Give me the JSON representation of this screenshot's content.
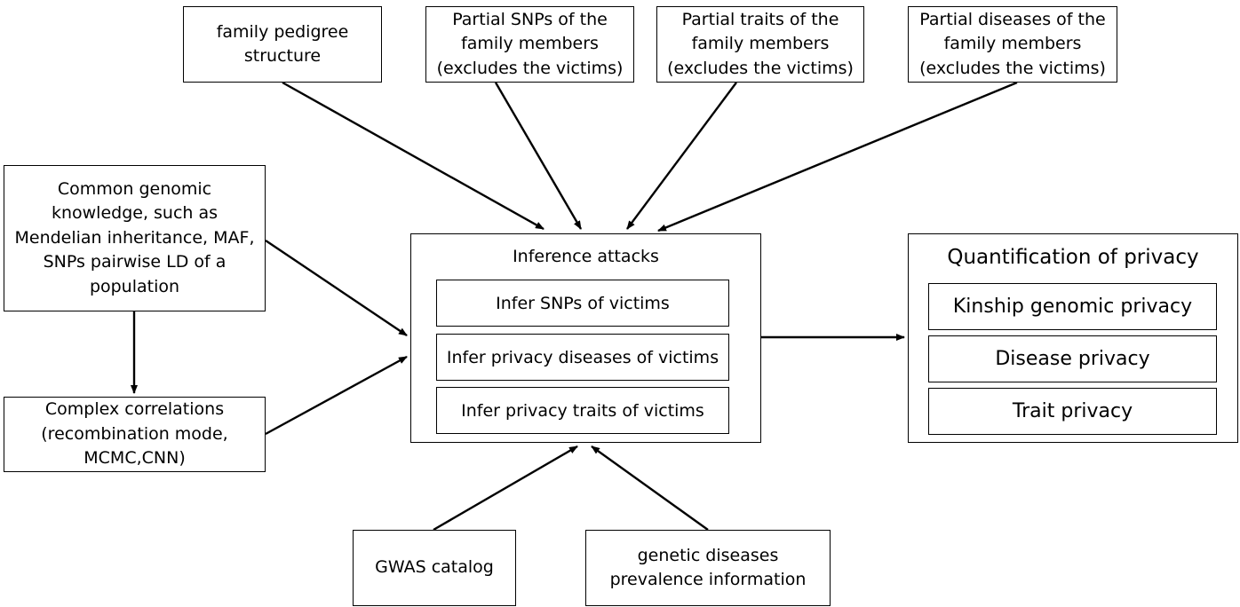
{
  "top_inputs": {
    "pedigree": "family pedigree\nstructure",
    "snps": "Partial SNPs of the\nfamily members\n(excludes the victims)",
    "traits": "Partial traits of the\nfamily members\n(excludes the victims)",
    "diseases": "Partial diseases of the\nfamily members\n(excludes the victims)"
  },
  "knowledge": "Common genomic\nknowledge, such as\nMendelian inheritance, MAF,\nSNPs pairwise LD of a\npopulation",
  "correlations": "Complex correlations\n(recombination mode,\nMCMC,CNN)",
  "inference": {
    "title": "Inference attacks",
    "items": [
      "Infer SNPs of victims",
      "Infer privacy diseases of victims",
      "Infer privacy traits of victims"
    ]
  },
  "quantification": {
    "title": "Quantification of privacy",
    "items": [
      "Kinship genomic privacy",
      "Disease privacy",
      "Trait privacy"
    ]
  },
  "bottom_inputs": {
    "gwas": "GWAS catalog",
    "prevalence": "genetic diseases\nprevalence information"
  }
}
